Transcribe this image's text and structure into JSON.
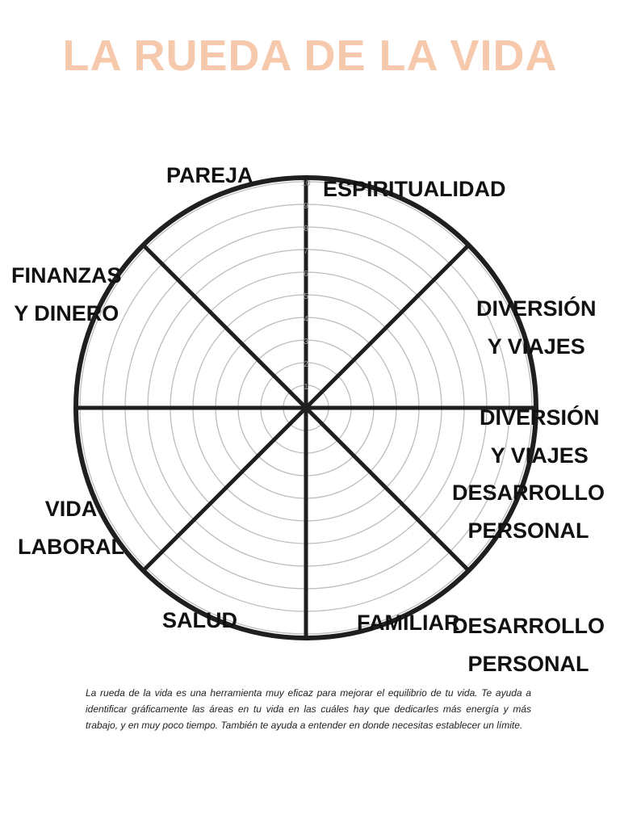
{
  "colors": {
    "title": "#f6c9ad",
    "wheel": "#1f1f1f",
    "rings": "#bdbdbd",
    "scale": "#9a9a9a"
  },
  "title": "LA RUEDA DE LA VIDA",
  "scale_numbers": [
    "1",
    "2",
    "3",
    "4",
    "5",
    "6",
    "7",
    "8",
    "9",
    "10"
  ],
  "labels": {
    "pareja": [
      "PAREJA"
    ],
    "espiritualidad": [
      "ESPIRITUALIDAD"
    ],
    "finanzas": [
      "FINANZAS",
      "Y DINERO"
    ],
    "diversion_top": [
      "DIVERSIÓN",
      "Y VIAJES"
    ],
    "diversion_right": [
      "DIVERSIÓN",
      "Y VIAJES"
    ],
    "desarrollo_right": [
      "DESARROLLO",
      "PERSONAL"
    ],
    "vida_laboral": [
      "VIDA",
      "LABORAL"
    ],
    "salud": [
      "SALUD"
    ],
    "familiar": [
      "FAMILIAR"
    ],
    "desarrollo_bottom": [
      "DESARROLLO",
      "PERSONAL"
    ]
  },
  "description": "La rueda de la vida es una herramienta muy eficaz para mejorar el equilibrio de tu vida. Te ayuda a identificar gráficamente las áreas en tu vida en las cuáles hay que dedicarles más energía y más trabajo, y en muy poco tiempo. También te ayuda a entender en donde necesitas establecer un límite."
}
